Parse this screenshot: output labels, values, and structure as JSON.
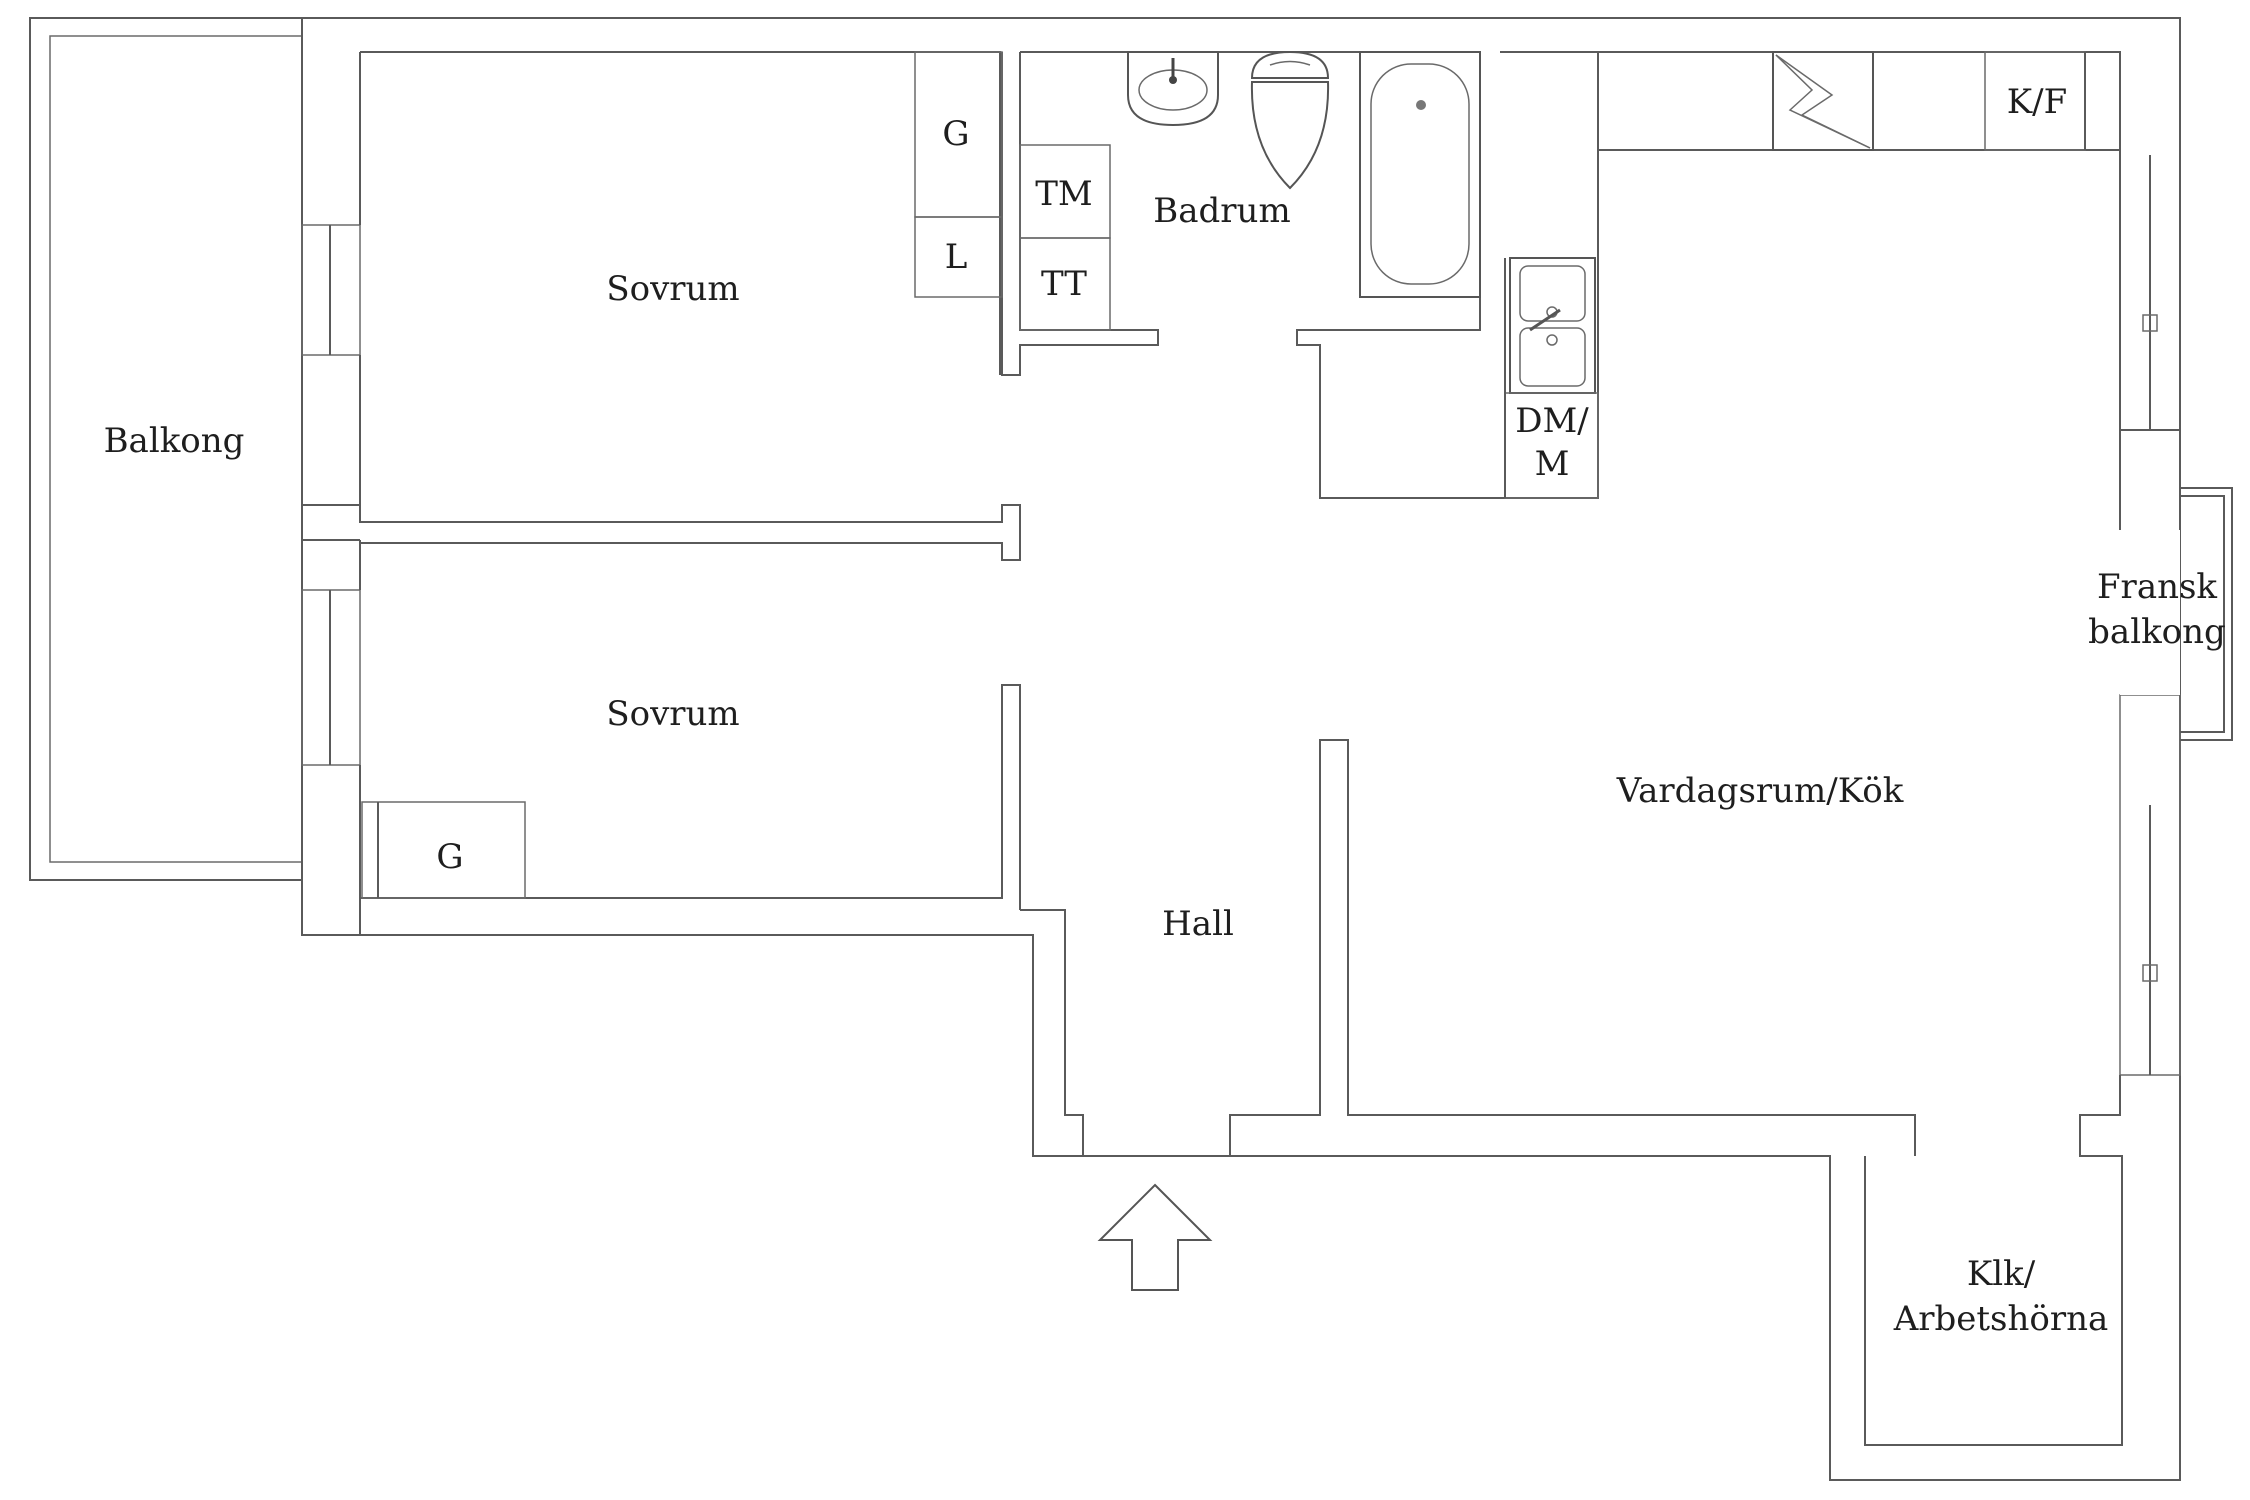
{
  "floorplan": {
    "rooms": {
      "balkong": "Balkong",
      "sovrum_1": "Sovrum",
      "sovrum_2": "Sovrum",
      "badrum": "Badrum",
      "hall": "Hall",
      "vardagsrum": "Vardagsrum/Kök",
      "fransk_balkong_l1": "Fransk",
      "fransk_balkong_l2": "balkong",
      "klk_l1": "Klk/",
      "klk_l2": "Arbetshörna"
    },
    "fixtures": {
      "g_upper": "G",
      "l": "L",
      "tm": "TM",
      "tt": "TT",
      "dm_l1": "DM/",
      "dm_l2": "M",
      "kf": "K/F",
      "g_lower": "G"
    },
    "icons": {
      "entrance": "up-arrow-icon"
    }
  }
}
